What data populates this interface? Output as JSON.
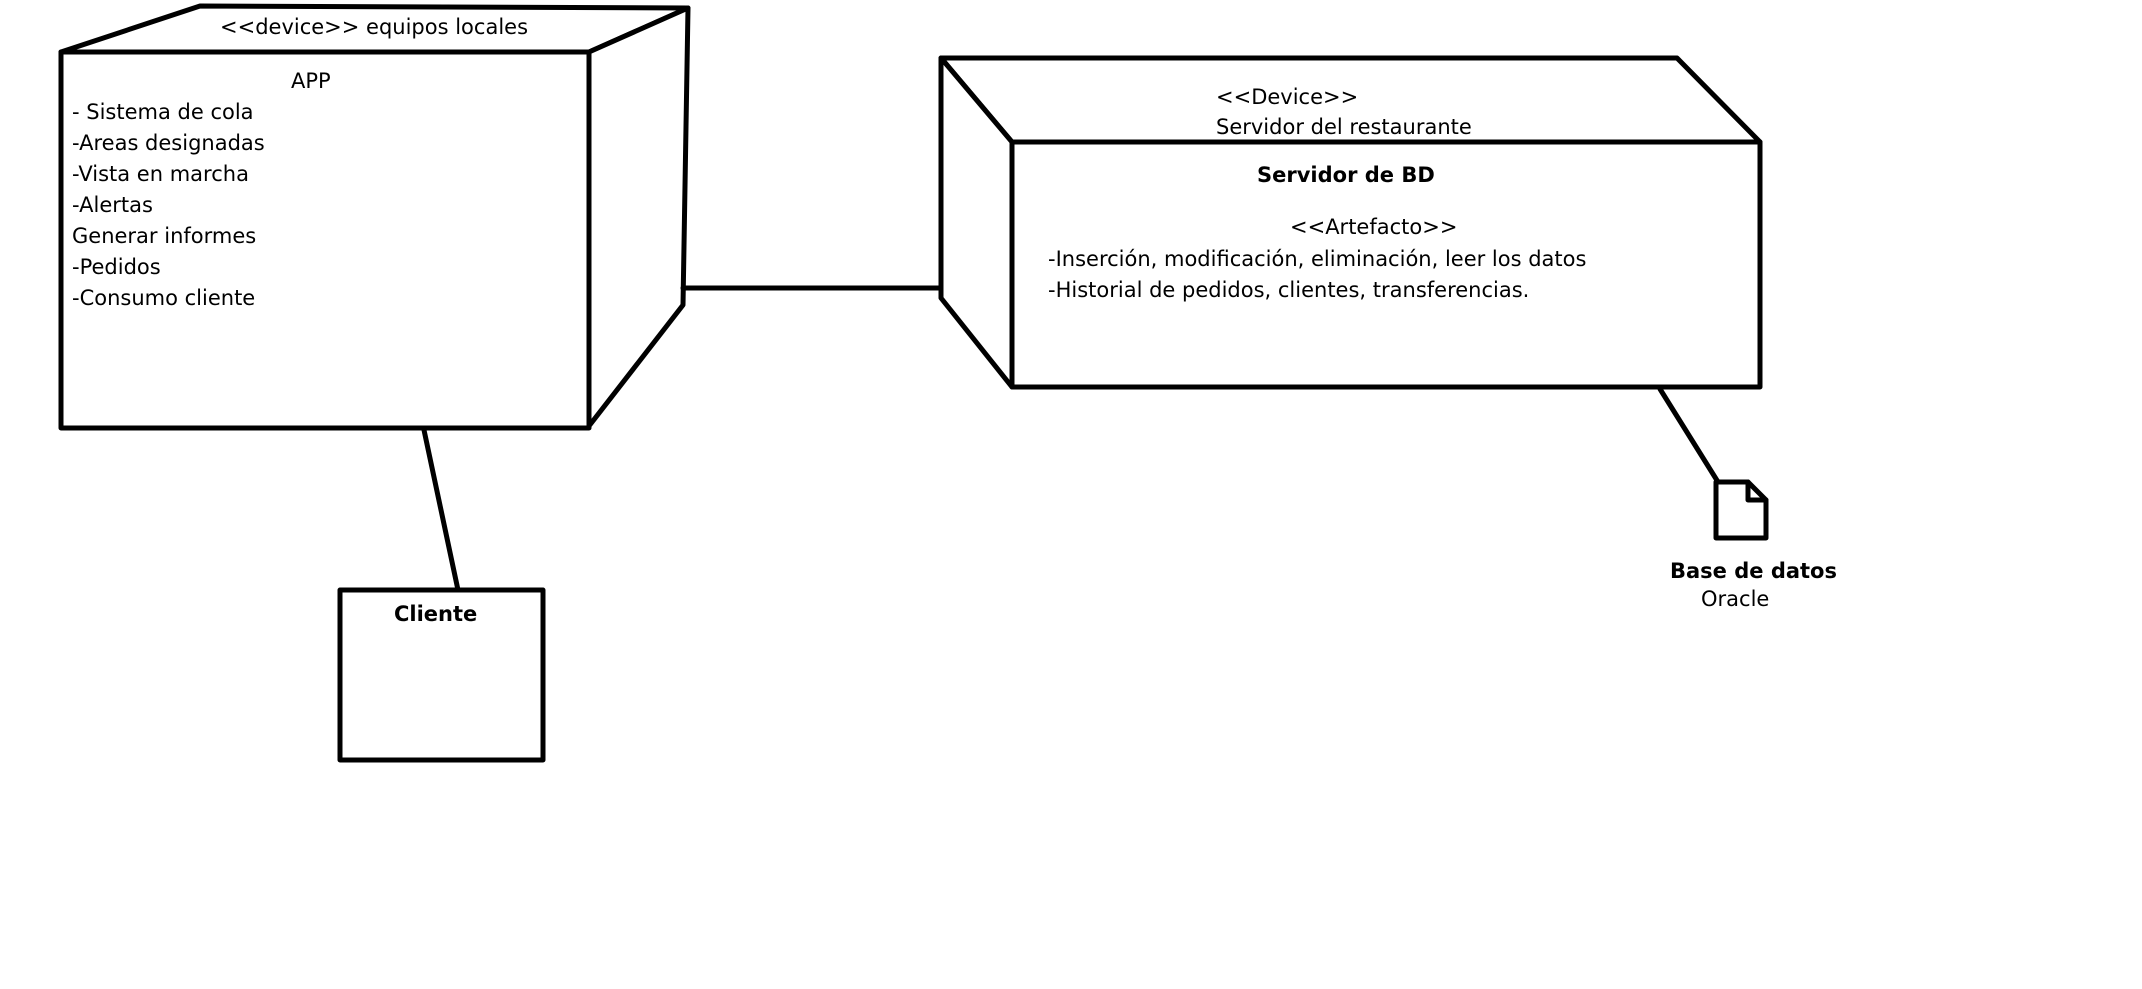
{
  "local_device": {
    "stereotype_label": "<<device>>  equipos locales",
    "app": {
      "title": "APP",
      "items": [
        "- Sistema de cola",
        "-Areas designadas",
        "-Vista en marcha",
        "-Alertas",
        "Generar informes",
        "-Pedidos",
        "-Consumo cliente"
      ]
    }
  },
  "client": {
    "label": "Cliente"
  },
  "restaurant_server": {
    "stereotype": "<<Device>>",
    "name": "Servidor del restaurante",
    "db_server": {
      "title": "Servidor de BD",
      "artifact_stereotype": "<<Artefacto>>",
      "items": [
        "-Inserción, modificación, eliminación, leer los datos",
        "-Historial de pedidos, clientes, transferencias."
      ]
    }
  },
  "database": {
    "label": "Base de datos",
    "vendor": "Oracle"
  }
}
